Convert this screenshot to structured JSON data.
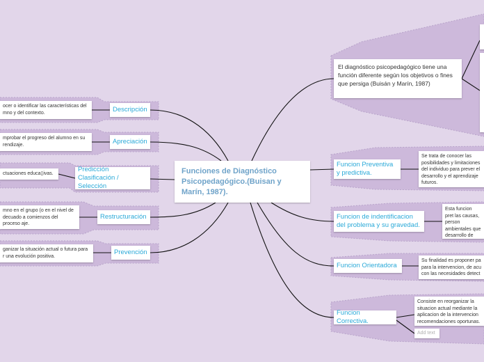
{
  "center": {
    "title": "Funciones de Diagnóstico Psicopedagógico.(Buisan y Marín, 1987)."
  },
  "left": [
    {
      "label": "Descripción",
      "detail": "ocer o identificar las características del mno y del contexto."
    },
    {
      "label": "Apreciación",
      "detail": "mprobar el progreso del alumno en su rendizaje."
    },
    {
      "label": "Predicción Clasificación / Selección",
      "detail": "ctuaciones educa▯ivas."
    },
    {
      "label": "Restructuración",
      "detail": "mno en el grupo (o en el nivel de decuado a comienzos del proceso aje."
    },
    {
      "label": "Prevención",
      "detail": "ganizar la situación actual o futura para r una evolución positiva."
    }
  ],
  "top_right": {
    "text": "El diagnóstico psicopedagógico tiene una función diferente según los objetivos o fines que persiga (Buisán y Marín, 1987)"
  },
  "right": [
    {
      "label": "Funcion Preventiva y predictiva.",
      "detail": "Se trata de conocer las posibilidades y limitaciones del individuo para prever el desarrollo y el aprendizaje futuros."
    },
    {
      "label": "Funcion de indentificacion del problema y su gravedad.",
      "detail": "Esta funcion pret las causas, person ambientales que desarrollo de alum modicarlas o corr"
    },
    {
      "label": "Funcion Orientadora",
      "detail": "Su finalidad es proponer pa para la intervencion, de acu con las necesidades detect"
    },
    {
      "label": "Funcion Correctiva.",
      "detail": "Consiste en reorganizar la situacion actual mediante la aplicacion de la intervencion recomendaciones oportunas.",
      "add_text": "Add text"
    }
  ]
}
